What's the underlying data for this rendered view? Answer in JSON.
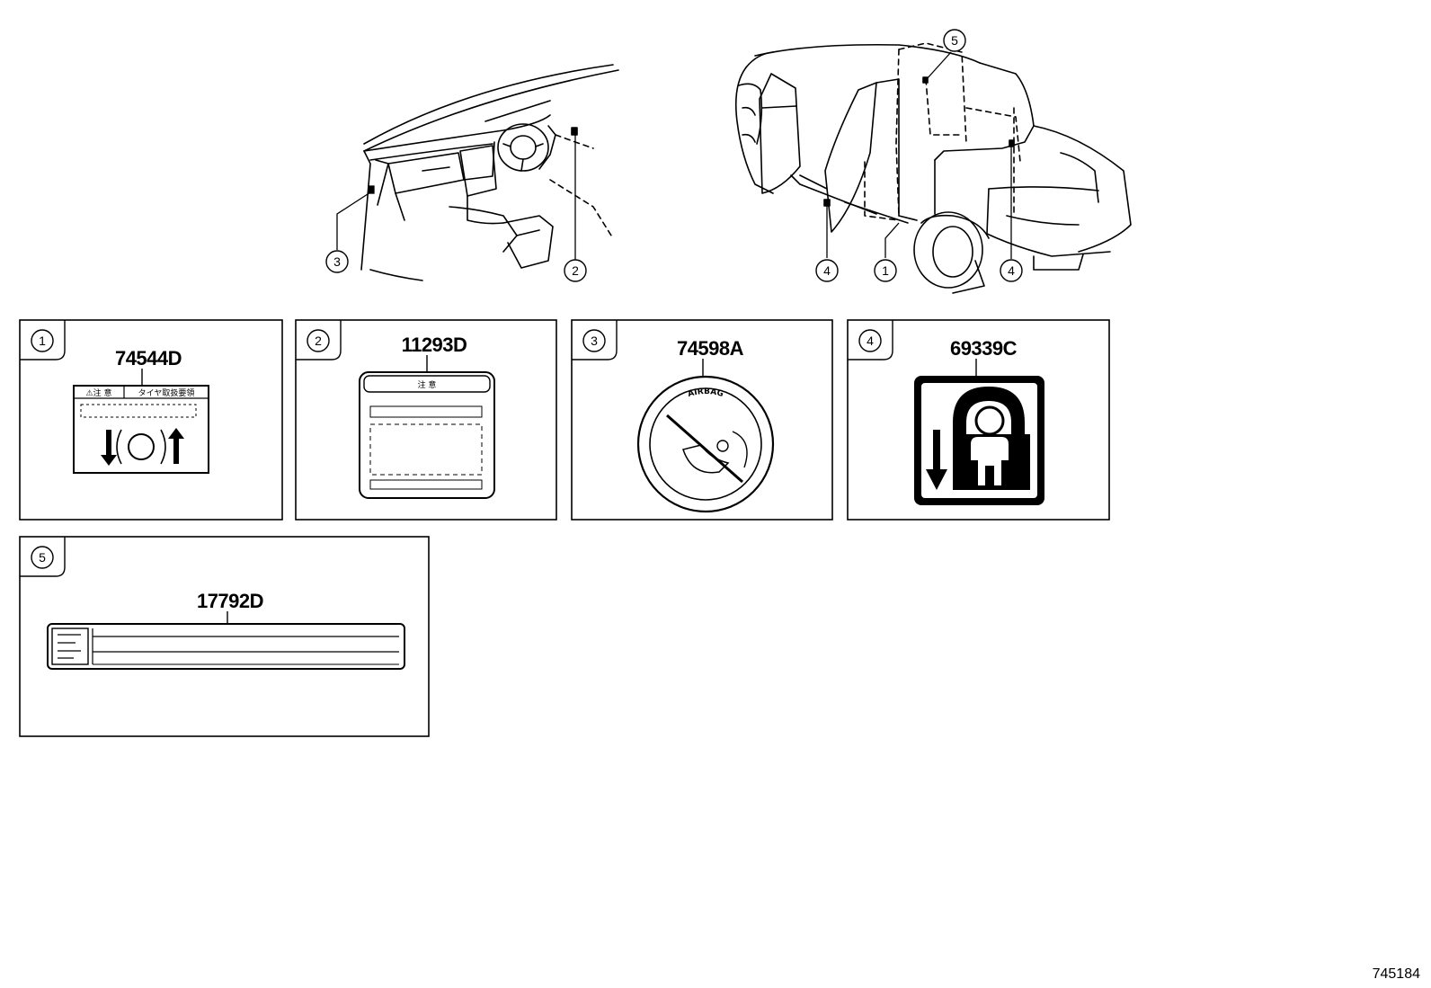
{
  "diagram_id": "745184",
  "overview": {
    "interior_callouts": [
      "3",
      "2"
    ],
    "exterior_callouts": [
      "5",
      "4",
      "1",
      "4"
    ]
  },
  "panels": [
    {
      "index": "1",
      "part_number": "74544D",
      "label_caution": "⚠注 意",
      "label_title": "タイヤ取扱要領"
    },
    {
      "index": "2",
      "part_number": "11293D",
      "label_caution": "注  意"
    },
    {
      "index": "3",
      "part_number": "74598A",
      "label_word": "AIRBAG"
    },
    {
      "index": "4",
      "part_number": "69339C"
    },
    {
      "index": "5",
      "part_number": "17792D"
    }
  ]
}
